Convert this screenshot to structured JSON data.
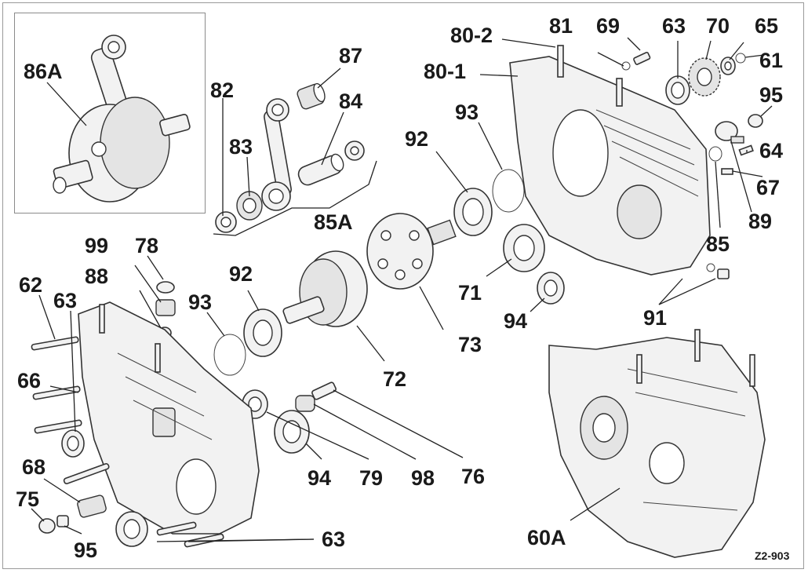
{
  "drawing_code": "Z2-903",
  "callouts": {
    "c86A": "86A",
    "c82": "82",
    "c83": "83",
    "c87": "87",
    "c84": "84",
    "c85A": "85A",
    "c80_2": "80-2",
    "c80_1": "80-1",
    "c81": "81",
    "c69": "69",
    "c63a": "63",
    "c70": "70",
    "c65": "65",
    "c61": "61",
    "c95a": "95",
    "c64": "64",
    "c67": "67",
    "c89": "89",
    "c85": "85",
    "c92a": "92",
    "c93a": "93",
    "c71": "71",
    "c73": "73",
    "c94a": "94",
    "c91": "91",
    "c99": "99",
    "c78": "78",
    "c88": "88",
    "c62": "62",
    "c63b": "63",
    "c92b": "92",
    "c93b": "93",
    "c72": "72",
    "c66": "66",
    "c68": "68",
    "c75": "75",
    "c95b": "95",
    "c94b": "94",
    "c79": "79",
    "c98": "98",
    "c76": "76",
    "c63c": "63",
    "c60A": "60A"
  }
}
